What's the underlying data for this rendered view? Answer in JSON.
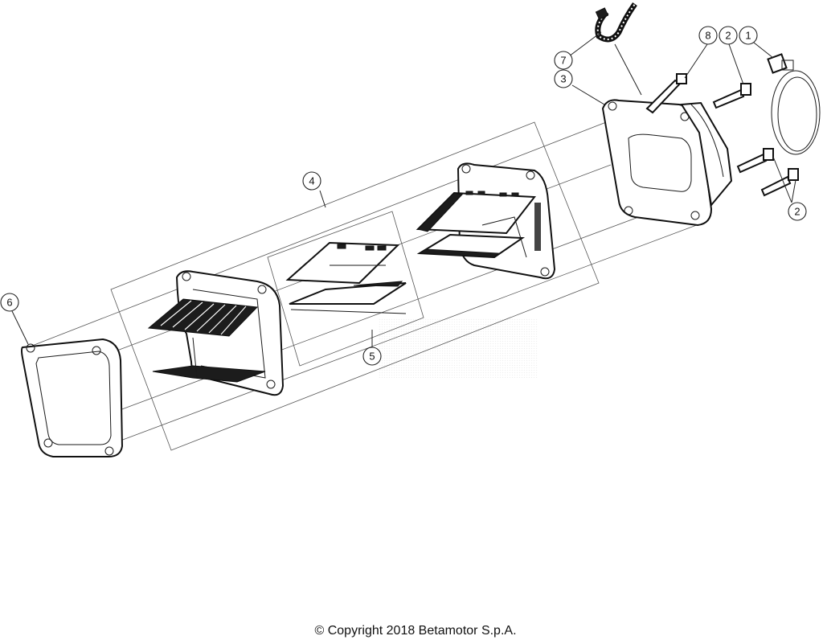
{
  "diagram": {
    "callouts": [
      {
        "id": "callout-1",
        "label": "1"
      },
      {
        "id": "callout-2a",
        "label": "2"
      },
      {
        "id": "callout-2b",
        "label": "2"
      },
      {
        "id": "callout-3",
        "label": "3"
      },
      {
        "id": "callout-4",
        "label": "4"
      },
      {
        "id": "callout-5",
        "label": "5"
      },
      {
        "id": "callout-6",
        "label": "6"
      },
      {
        "id": "callout-7",
        "label": "7"
      },
      {
        "id": "callout-8",
        "label": "8"
      }
    ]
  },
  "footer": {
    "copyright": "© Copyright 2018 Betamotor S.p.A."
  }
}
